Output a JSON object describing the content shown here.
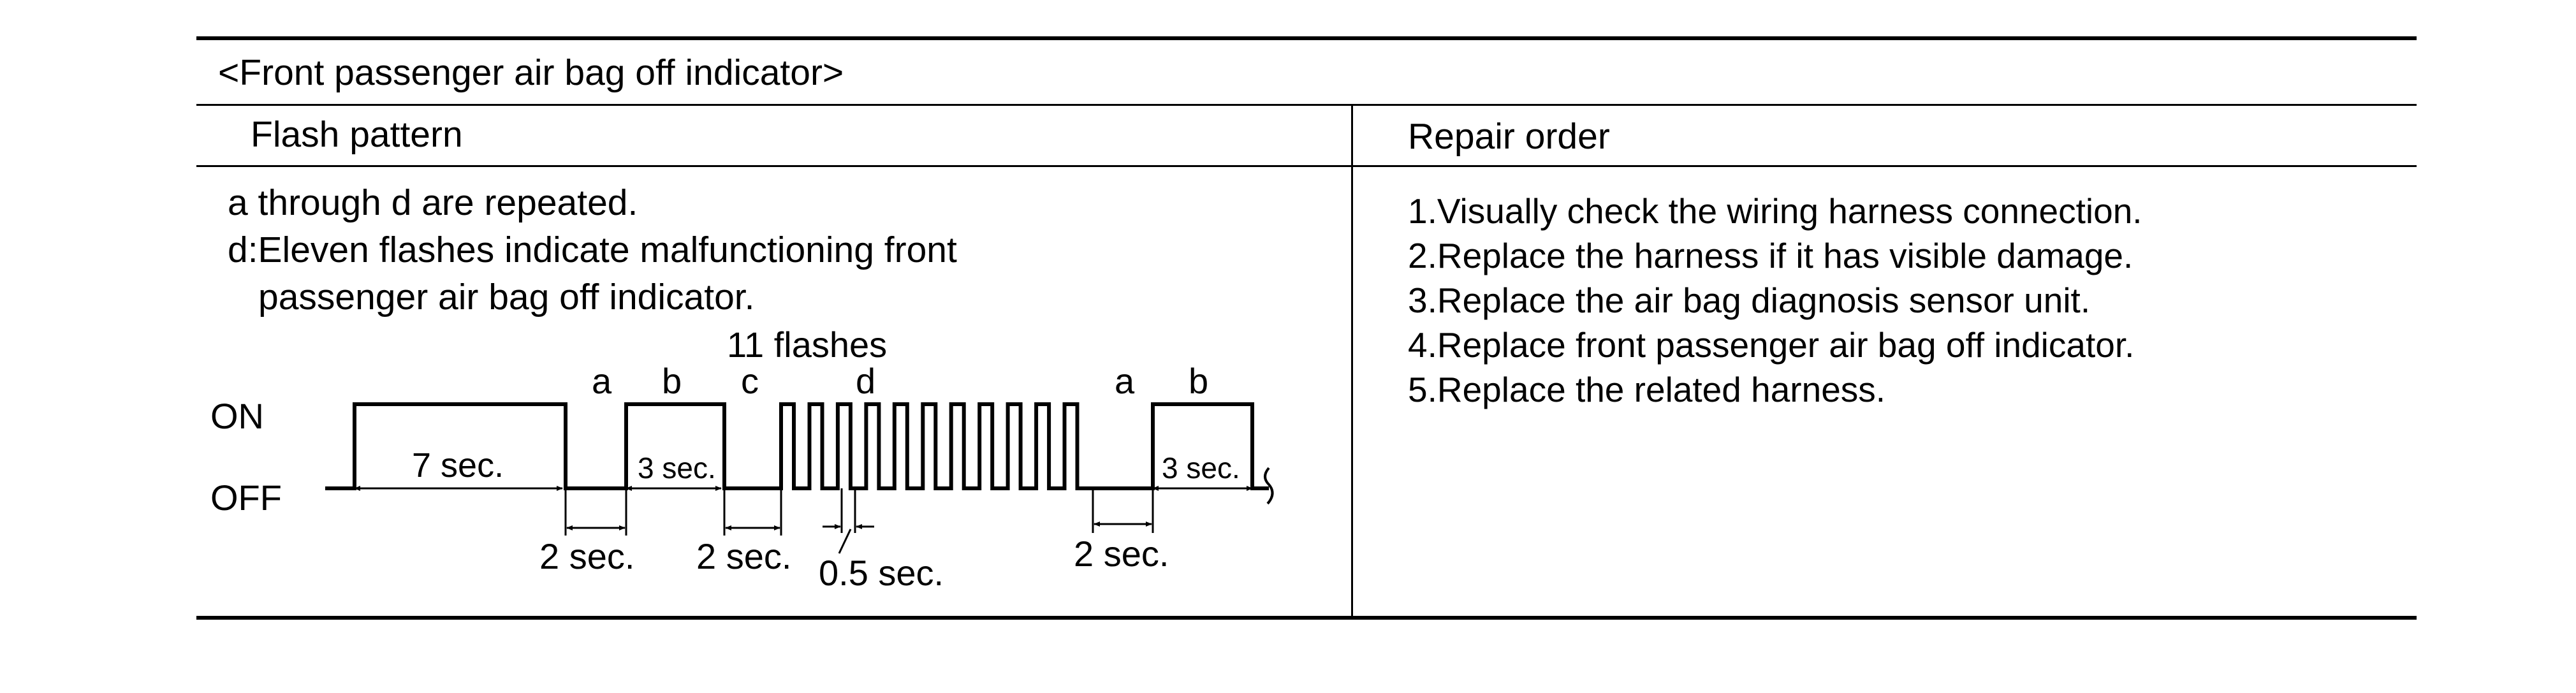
{
  "table": {
    "title": "<Front passenger air bag off indicator>",
    "col_flash_header": "Flash pattern",
    "col_repair_header": "Repair order",
    "flash_text": {
      "line1": "a through d are repeated.",
      "line2": "d:Eleven flashes indicate malfunctioning front",
      "line3": "passenger air bag off indicator."
    },
    "repair_steps": [
      "1.Visually check the wiring harness connection.",
      "2.Replace the harness if it has visible damage.",
      "3.Replace the air bag diagnosis sensor unit.",
      "4.Replace front passenger air bag off indicator.",
      "5.Replace the related harness."
    ]
  },
  "diagram": {
    "on_label": "ON",
    "off_label": "OFF",
    "flashes_label": "11 flashes",
    "segment_a": "a",
    "segment_b": "b",
    "segment_c": "c",
    "segment_d": "d",
    "segment_a2": "a",
    "segment_b2": "b",
    "on_7sec": "7 sec.",
    "on_3sec": "3 sec.",
    "on_3sec_2": "3 sec.",
    "off_2sec_1": "2 sec.",
    "off_2sec_2": "2 sec.",
    "off_2sec_3": "2 sec.",
    "flash_half_sec": "0.5 sec.",
    "flash_count": 11
  }
}
